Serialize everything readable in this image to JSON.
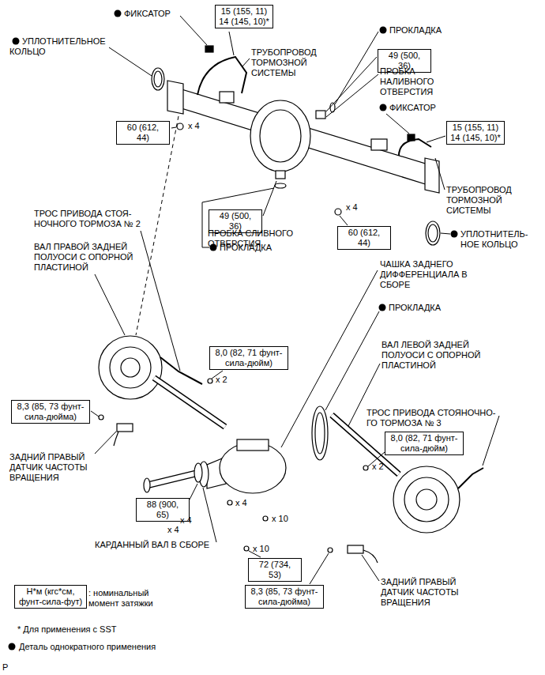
{
  "diagram": {
    "nodes": [
      {
        "text": [
          "15 (155, 11)",
          "14 (145, 10)*"
        ]
      },
      {
        "text": [
          "49 (500, 36)"
        ]
      },
      {
        "text": [
          "15 (155, 11)",
          "14 (145, 10)*"
        ]
      },
      {
        "text": [
          "60 (612, 44)"
        ]
      },
      {
        "text": [
          "49 (500, 36)"
        ]
      },
      {
        "text": [
          "60 (612, 44)"
        ]
      },
      {
        "text": [
          "8,0 (82, 71 фунт- сила-дюйм)"
        ]
      },
      {
        "text": [
          "8,3 (85, 73 фунт- сила-дюйма)"
        ]
      },
      {
        "text": [
          "8,0 (82, 71 фунт- сила-дюйм)"
        ]
      },
      {
        "text": [
          "88 (900, 65)"
        ]
      },
      {
        "text": [
          "72 (734, 53)"
        ]
      },
      {
        "text": [
          "8,3 (85, 73 фунт- сила-дюйма)"
        ]
      },
      {
        "text": [
          "Н*м (кгс*см, фунт-сила-фут)"
        ]
      }
    ],
    "labels": [
      "ФИКСАТОР",
      "УПЛОТНИТЕЛЬНОЕ КОЛЬЦО",
      "ТРУБОПРОВОД ТОРМОЗНОЙ СИСТЕМЫ",
      "ПРОКЛАДКА",
      "ПРОБКА НАЛИВНОГО ОТВЕРСТИЯ",
      "ФИКСАТОР",
      "x 4",
      "ТРУБОПРОВОД ТОРМОЗНОЙ СИСТЕМЫ",
      "x 4",
      "ПРОБКА СЛИВНОГО ОТВЕРСТИЯ",
      "ПРОКЛАДКА",
      "УПЛОТНИТЕЛЬ- НОЕ КОЛЬЦО",
      "ТРОС ПРИВОДА СТОЯ- НОЧНОГО ТОРМОЗА № 2",
      "ВАЛ ПРАВОЙ ЗАДНЕЙ ПОЛУОСИ С ОПОРНОЙ ПЛАСТИНОЙ",
      "ЧАШКА ЗАДНЕГО ДИФФЕРЕНЦИАЛА В СБОРЕ",
      "ПРОКЛАДКА",
      "ВАЛ ЛЕВОЙ ЗАДНЕЙ ПОЛУОСИ С ОПОРНОЙ ПЛАСТИНОЙ",
      "x 2",
      "ТРОС ПРИВОДА СТОЯНОЧНО- ГО ТОРМОЗА № 3",
      "x 2",
      "ЗАДНИЙ ПРАВЫЙ ДАТЧИК ЧАСТОТЫ ВРАЩЕНИЯ",
      "x 4",
      "x 4",
      "x 4",
      "x 10",
      "КАРДАННЫЙ ВАЛ В СБОРЕ",
      "x 10",
      "ЗАДНИЙ ПРАВЫЙ ДАТЧИК ЧАСТОТЫ ВРАЩЕНИЯ",
      ": номинальный момент затяжки",
      "* Для применения с SST",
      "P"
    ],
    "legend": [
      {
        "text": "Деталь однократного применения"
      }
    ]
  }
}
